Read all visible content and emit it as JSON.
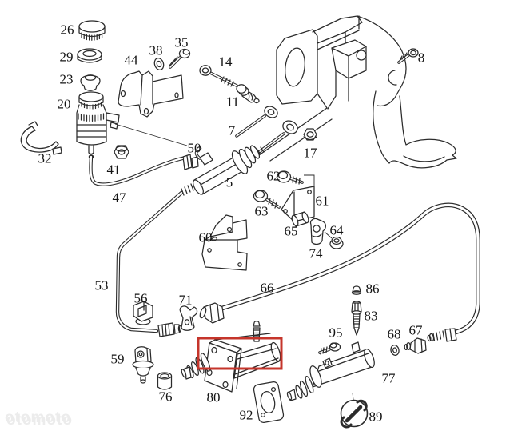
{
  "diagram": {
    "background": "#ffffff",
    "line_color": "#2b2b2b",
    "highlight_color": "#c5352b",
    "highlighted_part": "80"
  },
  "watermark": {
    "text": "otomoto",
    "color": "#ececec"
  },
  "labels": {
    "n5": "5",
    "n7": "7",
    "n8": "8",
    "n11": "11",
    "n14": "14",
    "n17": "17",
    "n20": "20",
    "n23": "23",
    "n26": "26",
    "n29": "29",
    "n32": "32",
    "n35": "35",
    "n38": "38",
    "n41": "41",
    "n44": "44",
    "n47": "47",
    "n50": "50",
    "n53": "53",
    "n56": "56",
    "n59": "59",
    "n60": "60",
    "n61": "61",
    "n62": "62",
    "n63": "63",
    "n64": "64",
    "n65": "65",
    "n66": "66",
    "n67": "67",
    "n68": "68",
    "n71": "71",
    "n74": "74",
    "n76": "76",
    "n77": "77",
    "n80": "80",
    "n83": "83",
    "n86": "86",
    "n89": "89",
    "n92": "92",
    "n95": "95"
  }
}
